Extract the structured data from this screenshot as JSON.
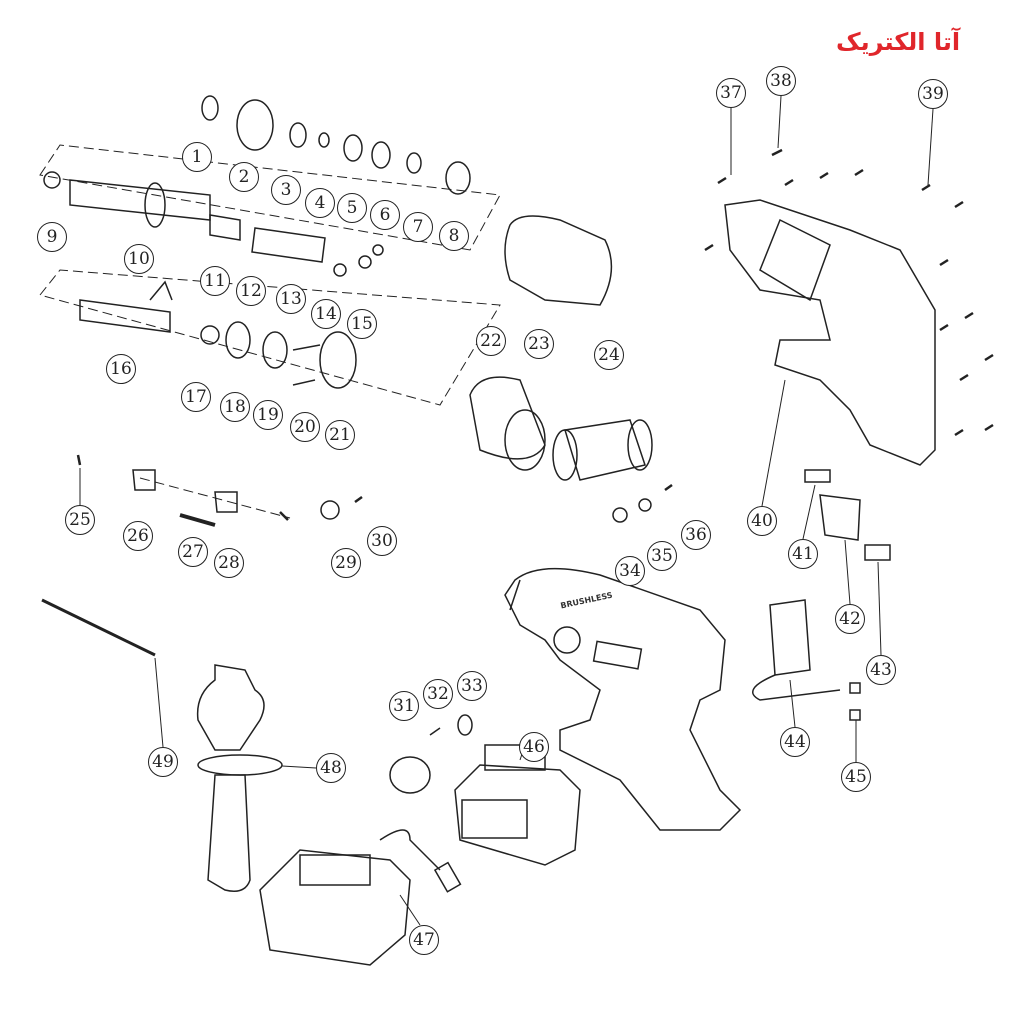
{
  "logo": {
    "text": "آتا الکتریک",
    "color": "#e0262b"
  },
  "tool_label": "BRUSHLESS",
  "callouts": [
    "1",
    "2",
    "3",
    "4",
    "5",
    "6",
    "7",
    "8",
    "9",
    "10",
    "11",
    "12",
    "13",
    "14",
    "15",
    "16",
    "17",
    "18",
    "19",
    "20",
    "21",
    "22",
    "23",
    "24",
    "25",
    "26",
    "27",
    "28",
    "29",
    "30",
    "31",
    "32",
    "33",
    "34",
    "35",
    "36",
    "37",
    "38",
    "39",
    "40",
    "41",
    "42",
    "43",
    "44",
    "45",
    "46",
    "47",
    "48",
    "49"
  ]
}
